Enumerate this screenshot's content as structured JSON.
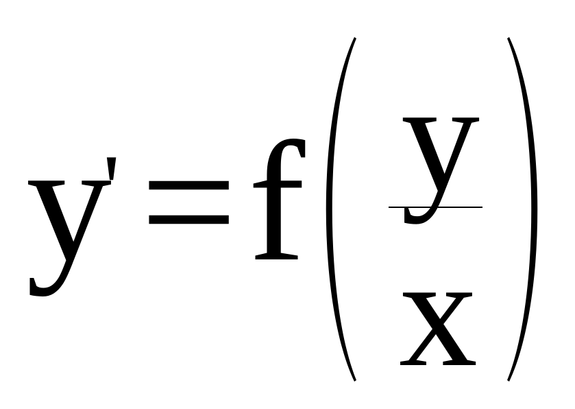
{
  "equation": {
    "lhs_var": "y",
    "prime": "'",
    "equals": "=",
    "func": "f",
    "numerator": "y",
    "denominator": "x"
  }
}
